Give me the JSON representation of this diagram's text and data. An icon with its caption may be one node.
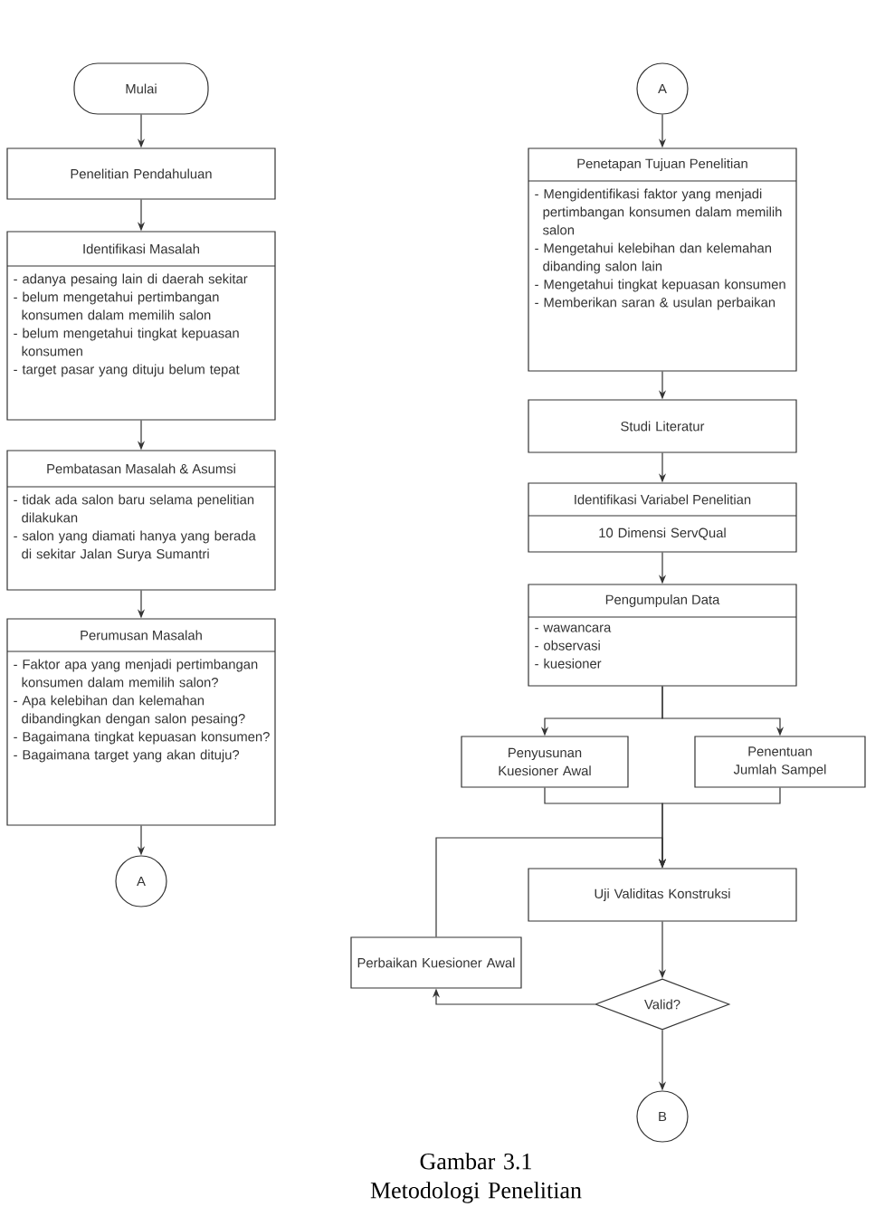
{
  "diagram": {
    "caption": "Gambar 3.1 Metodologi Penelitian",
    "nodes": [
      {
        "text": [
          "Mulai"
        ]
      },
      {
        "text": [
          "Penelitian Pendahuluan"
        ]
      },
      {
        "text": [
          "Identifikasi Masalah",
          "- adanya pesaing lain di daerah sekitar",
          "- belum mengetahui pertimbangan konsumen dalam memilih salon",
          "- belum mengetahui tingkat kepuasan konsumen",
          "- target pasar yang dituju belum tepat"
        ]
      },
      {
        "text": [
          "Pembatasan Masalah & Asumsi",
          "- tidak ada salon baru selama penelitian dilakukan",
          "- salon yang diamati hanya yang berada di sekitar Jalan Surya Sumantri"
        ]
      },
      {
        "text": [
          "Perumusan Masalah",
          "- Faktor apa yang menjadi pertimbangan konsumen dalam memilih salon?",
          "- Apa kelebihan dan kelemahan dibandingkan dengan salon pesaing?",
          "- Bagaimana tingkat kepuasan konsumen?",
          "- Bagaimana target yang akan dituju?"
        ]
      },
      {
        "text": [
          "A"
        ]
      },
      {
        "text": [
          "A"
        ]
      },
      {
        "text": [
          "Penetapan Tujuan Penelitian",
          "- Mengidentifikasi faktor yang menjadi pertimbangan konsumen dalam memilih salon",
          "- Mengetahui kelebihan dan kelemahan dibanding salon lain",
          "- Mengetahui tingkat kepuasan konsumen",
          "- Memberikan saran & usulan perbaikan"
        ]
      },
      {
        "text": [
          "Studi Literatur"
        ]
      },
      {
        "text": [
          "Identifikasi Variabel Penelitian",
          "10 Dimensi ServQual"
        ]
      },
      {
        "text": [
          "Pengumpulan Data",
          "- wawancara",
          "- observasi",
          "- kuesioner"
        ]
      },
      {
        "text": [
          "Penyusunan Kuesioner Awal"
        ]
      },
      {
        "text": [
          "Penentuan Jumlah Sampel"
        ]
      },
      {
        "text": [
          "Uji Validitas Konstruksi"
        ]
      },
      {
        "text": [
          "Perbaikan Kuesioner Awal"
        ]
      },
      {
        "text": [
          "Valid?"
        ]
      },
      {
        "text": [
          "B"
        ]
      }
    ],
    "edges": [
      {
        "from": 0,
        "to": 1,
        "arrow": "to"
      },
      {
        "from": 1,
        "to": 2,
        "arrow": "to"
      },
      {
        "from": 2,
        "to": 3,
        "arrow": "to"
      },
      {
        "from": 3,
        "to": 4,
        "arrow": "to"
      },
      {
        "from": 4,
        "to": 5,
        "arrow": "to"
      },
      {
        "from": 6,
        "to": 7,
        "arrow": "to"
      },
      {
        "from": 7,
        "to": 8,
        "arrow": "to"
      },
      {
        "from": 8,
        "to": 9,
        "arrow": "to"
      },
      {
        "from": 9,
        "to": 10,
        "arrow": "to"
      },
      {
        "from": 10,
        "to": 11,
        "arrow": "to"
      },
      {
        "from": 10,
        "to": 12,
        "arrow": "to"
      },
      {
        "from": 11,
        "to": 13,
        "arrow": "to"
      },
      {
        "from": 12,
        "to": 13,
        "arrow": "to"
      },
      {
        "from": 14,
        "to": 13,
        "arrow": "to"
      },
      {
        "from": 13,
        "to": 15,
        "arrow": "to"
      },
      {
        "from": 15,
        "to": 14,
        "arrow": "to"
      },
      {
        "from": 15,
        "to": 16,
        "arrow": "to"
      }
    ]
  }
}
